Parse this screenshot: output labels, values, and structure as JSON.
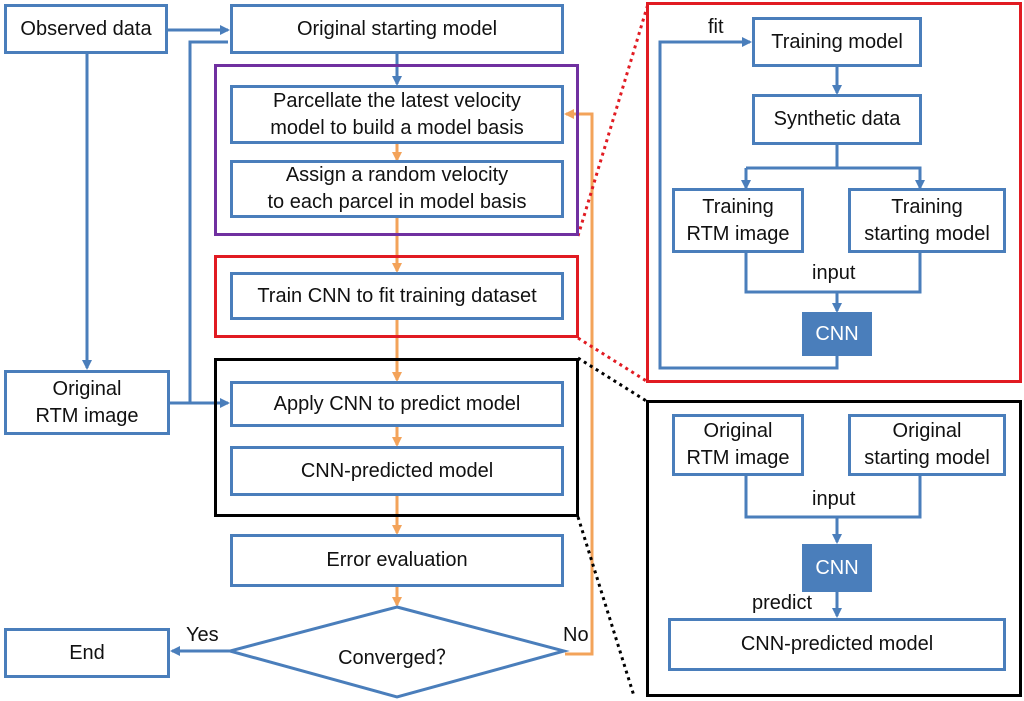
{
  "nodes": {
    "observed_data": "Observed data",
    "original_starting_model": "Original starting model",
    "parcellate": "Parcellate the latest velocity\nmodel to build a model basis",
    "assign": "Assign a random velocity\nto each parcel in model basis",
    "train_cnn": "Train CNN to fit training dataset",
    "original_rtm_image": "Original\nRTM image",
    "apply_cnn": "Apply CNN to predict model",
    "cnn_predicted_model": "CNN-predicted model",
    "error_evaluation": "Error evaluation",
    "converged": "Converged？",
    "end": "End"
  },
  "edge_labels": {
    "yes": "Yes",
    "no": "No"
  },
  "training_panel": {
    "training_model": "Training model",
    "synthetic_data": "Synthetic data",
    "training_rtm_image": "Training\nRTM image",
    "training_starting_model": "Training\nstarting model",
    "cnn": "CNN",
    "fit": "fit",
    "input": "input"
  },
  "predict_panel": {
    "original_rtm_image": "Original\nRTM image",
    "original_starting_model": "Original\nstarting model",
    "cnn": "CNN",
    "cnn_predicted_model": "CNN-predicted model",
    "input": "input",
    "predict": "predict"
  },
  "colors": {
    "box_border": "#4a7ebb",
    "flow_blue": "#4a7ebb",
    "flow_orange": "#f3a35a",
    "frame_purple": "#7030a0",
    "frame_red": "#e11b22",
    "frame_black": "#000000",
    "cnn_fill": "#4a7ebb"
  }
}
